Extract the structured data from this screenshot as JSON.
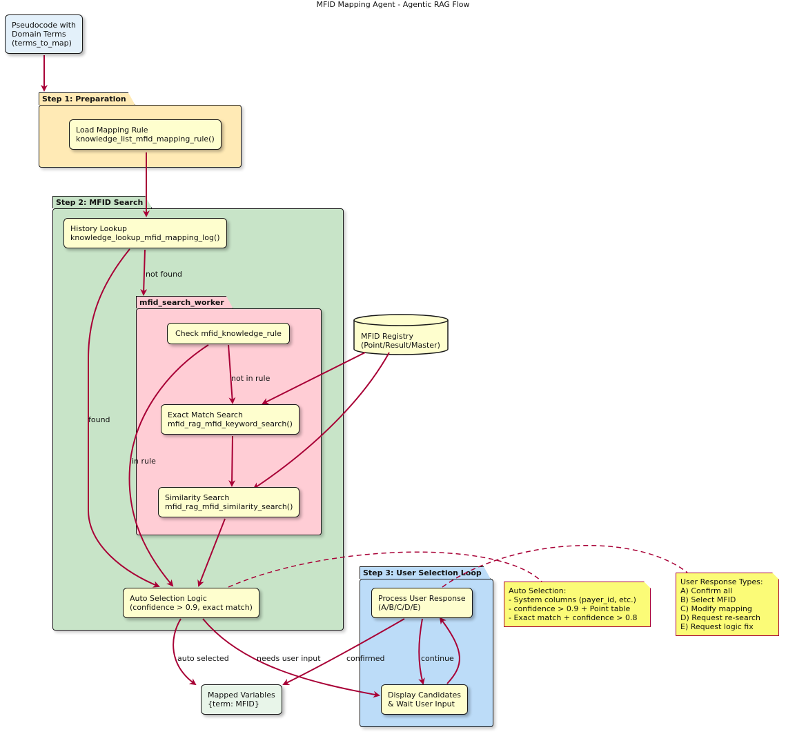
{
  "title": "MFID Mapping Agent - Agentic RAG Flow",
  "colors": {
    "edge": "#a80036",
    "node_fill": "#fefece",
    "step1_fill": "#ffeab5",
    "step2_fill": "#c8e4c8",
    "worker_fill": "#ffcdd5",
    "step3_fill": "#bcdcf8",
    "input_fill": "#e3f0fa",
    "output_fill": "#e8f5e9",
    "note_fill": "#fbfb77"
  },
  "nodes": {
    "input": "Pseudocode with\nDomain Terms\n(terms_to_map)",
    "load_rule": "Load Mapping Rule\nknowledge_list_mfid_mapping_rule()",
    "history": "History Lookup\nknowledge_lookup_mfid_mapping_log()",
    "check_rule": "Check mfid_knowledge_rule",
    "exact": "Exact Match Search\nmfid_rag_mfid_keyword_search()",
    "similarity": "Similarity Search\nmfid_rag_mfid_similarity_search()",
    "registry": "MFID Registry\n(Point/Result/Master)",
    "auto_select": "Auto Selection Logic\n(confidence > 0.9, exact match)",
    "process": "Process User Response\n(A/B/C/D/E)",
    "display": "Display Candidates\n& Wait User Input",
    "mapped": "Mapped Variables\n{term: MFID}"
  },
  "packages": {
    "step1": "Step 1: Preparation",
    "step2": "Step 2: MFID Search",
    "worker": "mfid_search_worker",
    "step3": "Step 3: User Selection Loop"
  },
  "edge_labels": {
    "not_found": "not found",
    "found": "found",
    "not_in_rule": "not in rule",
    "in_rule": "in rule",
    "auto_selected": "auto selected",
    "needs_input": "needs user input",
    "confirmed": "confirmed",
    "continue": "continue"
  },
  "notes": {
    "auto_selection": "Auto Selection:\n- System columns (payer_id, etc.)\n- confidence > 0.9 + Point table\n- Exact match + confidence > 0.8",
    "user_response": "User Response Types:\nA) Confirm all\nB) Select MFID\nC) Modify mapping\nD) Request re-search\nE) Request logic fix"
  }
}
